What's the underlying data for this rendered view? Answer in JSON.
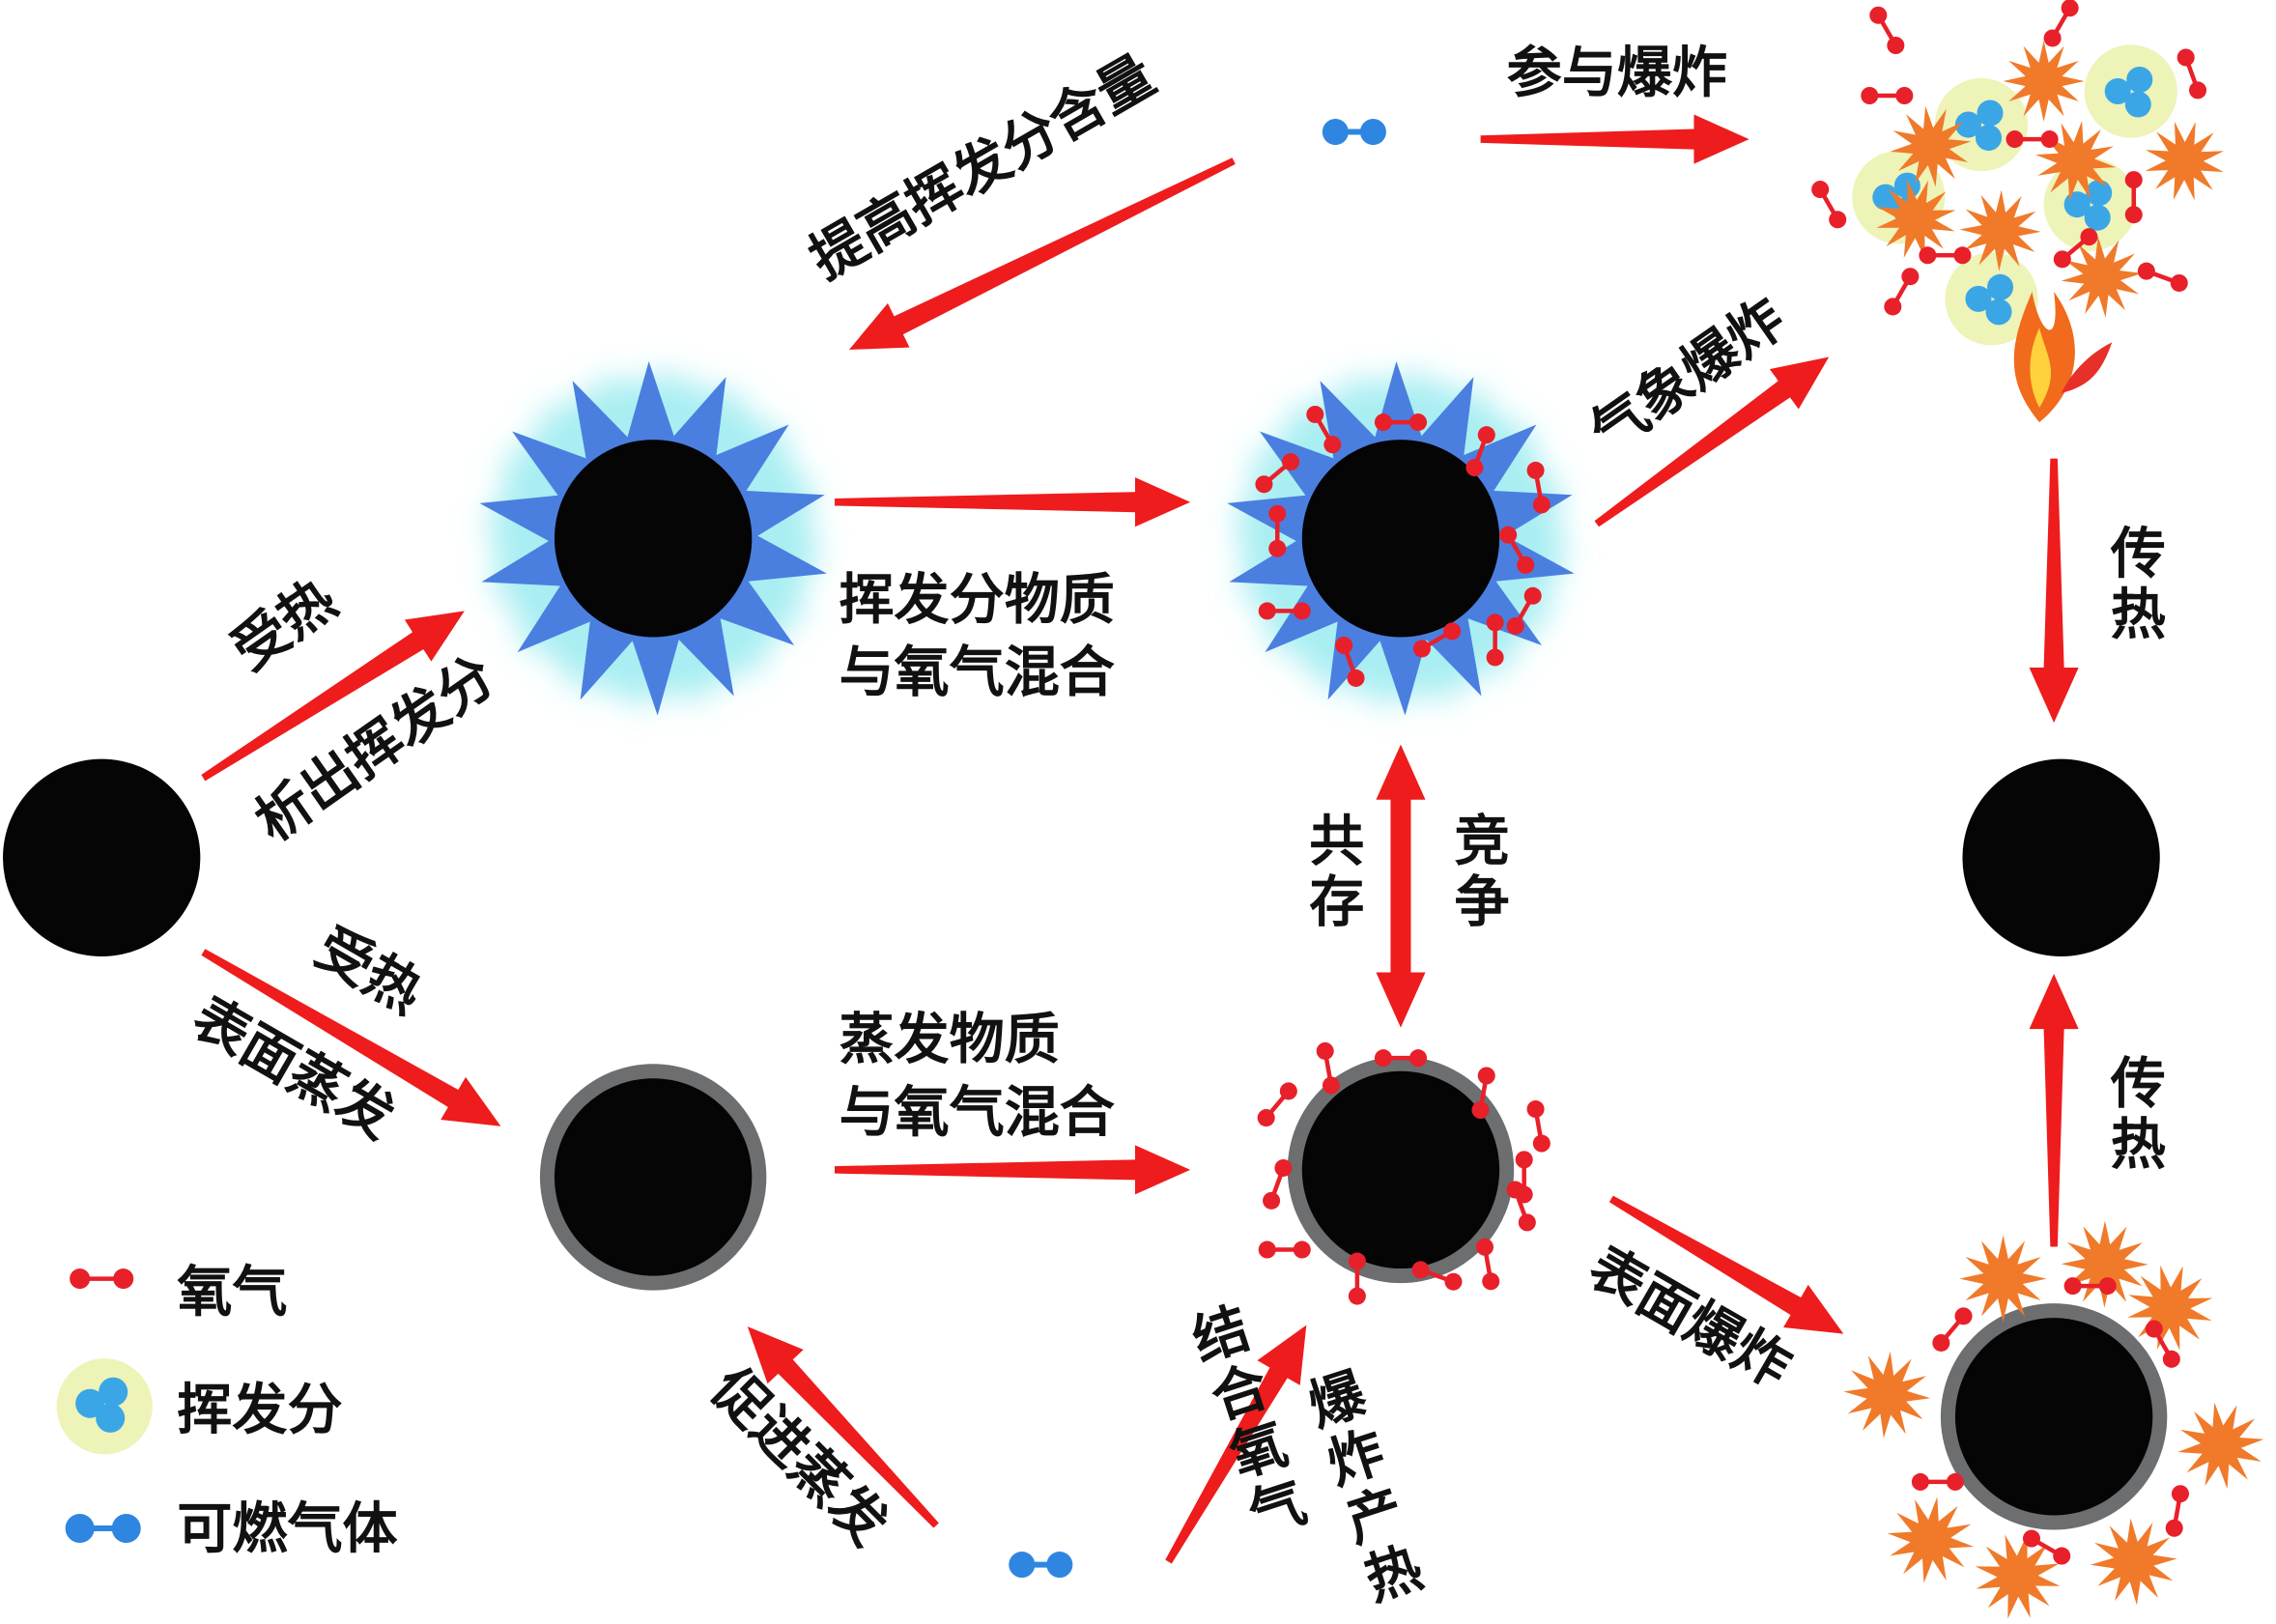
{
  "labels": {
    "raise_volatile": "提高挥发分含量",
    "join_explosion": "参与爆炸",
    "heated_top": "受热",
    "release_volatile": "析出挥发分",
    "volatile_mix_1": "挥发分物质",
    "volatile_mix_2": "与氧气混合",
    "gas_explosion": "气象爆炸",
    "heat_transfer_top": "传热",
    "coexist": "共存",
    "compete": "竞争",
    "heated_bottom": "受热",
    "surface_evaporation": "表面蒸发",
    "evap_mix_1": "蒸发物质",
    "evap_mix_2": "与氧气混合",
    "surface_explosion": "表面爆炸",
    "heat_transfer_bottom": "传热",
    "promote_evaporation": "促进蒸发",
    "bind_oxygen": "结合氧气",
    "explosion_heat": "爆炸产热"
  },
  "legend": [
    {
      "icon": "oxygen-molecule-icon",
      "label": "氧气"
    },
    {
      "icon": "volatile-icon",
      "label": "挥发分"
    },
    {
      "icon": "combustible-gas-icon",
      "label": "可燃气体"
    }
  ],
  "colors": {
    "arrow": "#ee1c1c",
    "particle": "#050505",
    "ring": "#6d6e70",
    "glow": "#a8eef2",
    "star_blue": "#4a7fe0",
    "oxygen": "#e8202a",
    "gas": "#2f86e0",
    "volatile_bg": "#eef3b8",
    "volatile_dot": "#3aa6e6",
    "explosion": "#f07a2a"
  }
}
